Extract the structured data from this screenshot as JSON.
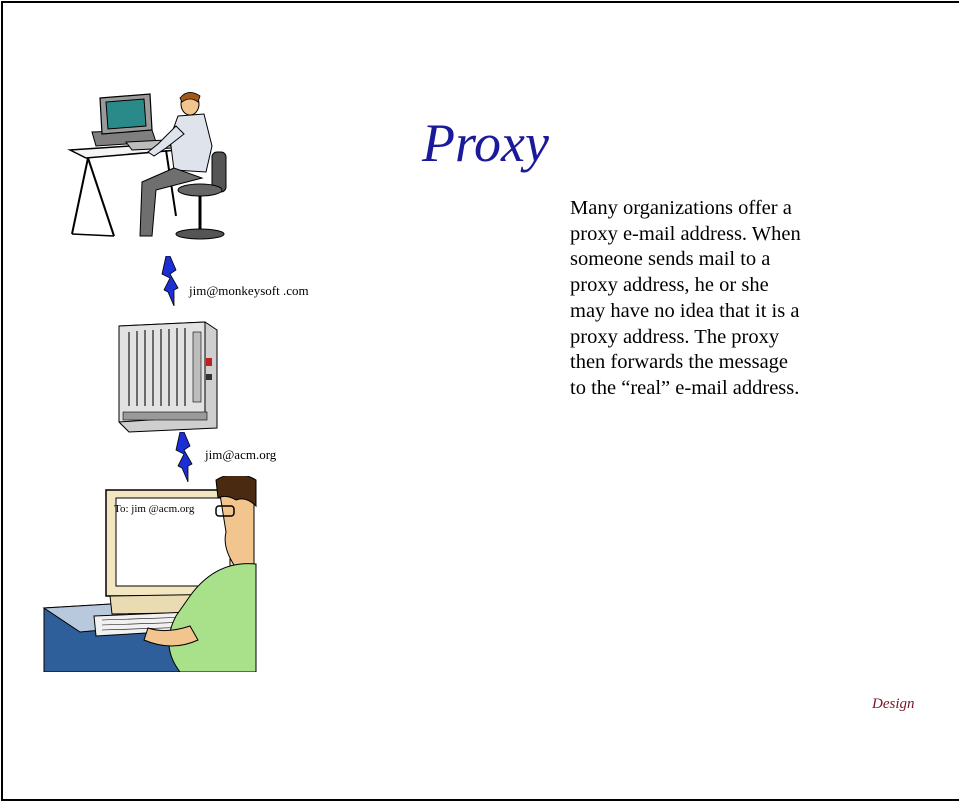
{
  "slide": {
    "title": "Proxy",
    "body_lines": [
      "Many organizations offer a",
      "proxy e-mail address.  When",
      "someone sends mail to a",
      "proxy address, he or she",
      "may have no idea that it is a",
      "proxy address.  The proxy",
      "then forwards the message",
      "to the “real” e-mail address."
    ],
    "footer": "Design",
    "labels": {
      "proxy_address": "jim@monkeysoft .com",
      "real_address": "jim@acm.org",
      "screen_to": "To: jim @acm.org"
    }
  }
}
